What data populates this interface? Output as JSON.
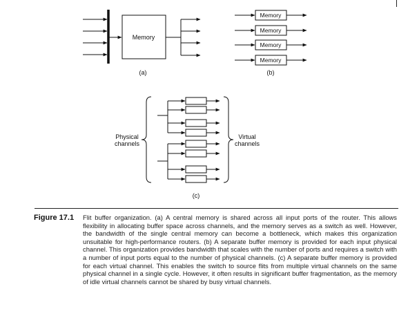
{
  "figure": {
    "memory_label": "Memory",
    "panel_a_label": "(a)",
    "panel_b_label": "(b)",
    "panel_c_label": "(c)",
    "physical_label_line1": "Physical",
    "physical_label_line2": "channels",
    "virtual_label_line1": "Virtual",
    "virtual_label_line2": "channels"
  },
  "caption": {
    "label": "Figure 17.1",
    "text": "Flit buffer organization. (a) A central memory is shared across all input ports of the router. This allows flexibility in allocating buffer space across channels, and the memory serves as a switch as well. However, the bandwidth of the single central memory can become a bottleneck, which makes this organization unsuitable for high-performance routers. (b) A separate buffer memory is provided for each input physical channel. This organization provides bandwidth that scales with the number of ports and requires a switch with a number of input ports equal to the number of physical channels. (c) A separate buffer memory is provided for each virtual channel. This enables the switch to source flits from multiple virtual channels on the same physical channel in a single cycle. However, it often results in significant buffer fragmentation, as the memory of idle virtual channels cannot be shared by busy virtual channels."
  }
}
